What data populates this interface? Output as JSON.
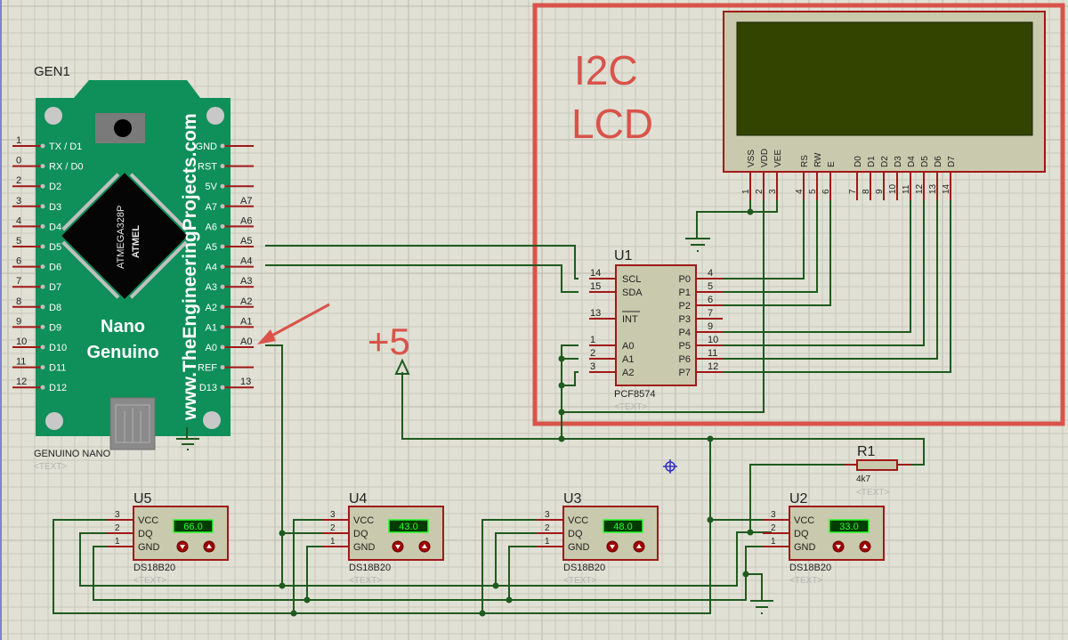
{
  "colors": {
    "canvas": "#e0e0d4",
    "wire": "#1f5a1f",
    "pin": "#a01818",
    "board_green": "#0f8f5a",
    "lcd_screen": "#324400",
    "annotation_red": "#d9534a",
    "sensor_display": "#003c00",
    "sensor_text": "#2cff2c"
  },
  "arduino": {
    "ref": "GEN1",
    "part": "GENUINO NANO",
    "text_placeholder": "<TEXT>",
    "board_title_1": "Nano",
    "board_title_2": "Genuino",
    "website": "www.TheEngineeringProjects.com",
    "chip_line1": "ATMEGA328P",
    "chip_line2": "ATMEL",
    "left_pins": [
      {
        "num": "1",
        "label": "TX / D1"
      },
      {
        "num": "0",
        "label": "RX / D0"
      },
      {
        "num": "2",
        "label": "D2"
      },
      {
        "num": "3",
        "label": "D3"
      },
      {
        "num": "4",
        "label": "D4"
      },
      {
        "num": "5",
        "label": "D5"
      },
      {
        "num": "6",
        "label": "D6"
      },
      {
        "num": "7",
        "label": "D7"
      },
      {
        "num": "8",
        "label": "D8"
      },
      {
        "num": "9",
        "label": "D9"
      },
      {
        "num": "10",
        "label": "D10"
      },
      {
        "num": "11",
        "label": "D11"
      },
      {
        "num": "12",
        "label": "D12"
      }
    ],
    "right_pins": [
      {
        "num": "",
        "label": "GND"
      },
      {
        "num": "",
        "label": "RST"
      },
      {
        "num": "",
        "label": "5V"
      },
      {
        "num": "A7",
        "label": "A7"
      },
      {
        "num": "A6",
        "label": "A6"
      },
      {
        "num": "A5",
        "label": "A5"
      },
      {
        "num": "A4",
        "label": "A4"
      },
      {
        "num": "A3",
        "label": "A3"
      },
      {
        "num": "A2",
        "label": "A2"
      },
      {
        "num": "A1",
        "label": "A1"
      },
      {
        "num": "A0",
        "label": "A0"
      },
      {
        "num": "",
        "label": "REF"
      },
      {
        "num": "13",
        "label": "D13"
      }
    ]
  },
  "annotations": {
    "i2c_line1": "I2C",
    "i2c_line2": "LCD",
    "plus5": "+5"
  },
  "lcd": {
    "pins": [
      {
        "num": "1",
        "label": "VSS"
      },
      {
        "num": "2",
        "label": "VDD"
      },
      {
        "num": "3",
        "label": "VEE"
      },
      {
        "num": "4",
        "label": "RS"
      },
      {
        "num": "5",
        "label": "RW"
      },
      {
        "num": "6",
        "label": "E"
      },
      {
        "num": "7",
        "label": "D0"
      },
      {
        "num": "8",
        "label": "D1"
      },
      {
        "num": "9",
        "label": "D2"
      },
      {
        "num": "10",
        "label": "D3"
      },
      {
        "num": "11",
        "label": "D4"
      },
      {
        "num": "12",
        "label": "D5"
      },
      {
        "num": "13",
        "label": "D6"
      },
      {
        "num": "14",
        "label": "D7"
      }
    ]
  },
  "pcf": {
    "ref": "U1",
    "part": "PCF8574",
    "text_placeholder": "<TEXT>",
    "left_pins": [
      {
        "num": "14",
        "label": "SCL"
      },
      {
        "num": "15",
        "label": "SDA"
      },
      {
        "num": "13",
        "label": "INT"
      },
      {
        "num": "1",
        "label": "A0"
      },
      {
        "num": "2",
        "label": "A1"
      },
      {
        "num": "3",
        "label": "A2"
      }
    ],
    "right_pins": [
      {
        "num": "4",
        "label": "P0"
      },
      {
        "num": "5",
        "label": "P1"
      },
      {
        "num": "6",
        "label": "P2"
      },
      {
        "num": "7",
        "label": "P3"
      },
      {
        "num": "9",
        "label": "P4"
      },
      {
        "num": "10",
        "label": "P5"
      },
      {
        "num": "11",
        "label": "P6"
      },
      {
        "num": "12",
        "label": "P7"
      }
    ]
  },
  "resistor": {
    "ref": "R1",
    "value": "4k7",
    "text_placeholder": "<TEXT>"
  },
  "sensors": [
    {
      "ref": "U5",
      "part": "DS18B20",
      "reading": "66.0",
      "text_placeholder": "<TEXT>"
    },
    {
      "ref": "U4",
      "part": "DS18B20",
      "reading": "43.0",
      "text_placeholder": "<TEXT>"
    },
    {
      "ref": "U3",
      "part": "DS18B20",
      "reading": "48.0",
      "text_placeholder": "<TEXT>"
    },
    {
      "ref": "U2",
      "part": "DS18B20",
      "reading": "33.0",
      "text_placeholder": "<TEXT>"
    }
  ],
  "sensor_pins": [
    {
      "num": "3",
      "label": "VCC"
    },
    {
      "num": "2",
      "label": "DQ"
    },
    {
      "num": "1",
      "label": "GND"
    }
  ]
}
